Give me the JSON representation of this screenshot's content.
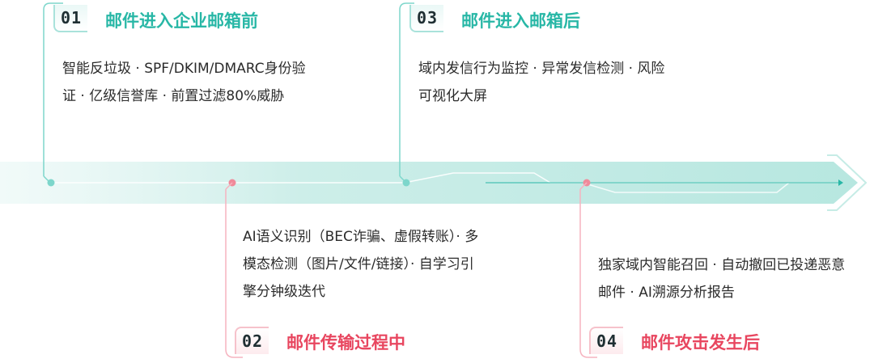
{
  "colors": {
    "teal": "#28b7a6",
    "red": "#e8465f",
    "band": "#bfe9e3"
  },
  "stages": [
    {
      "number": "01",
      "title": "邮件进入企业邮箱前",
      "lines": [
        "智能反垃圾 · SPF/DKIM/DMARC身份验",
        "证 · 亿级信誉库 · 前置过滤80%威胁"
      ],
      "accent": "teal"
    },
    {
      "number": "02",
      "title": "邮件传输过程中",
      "lines": [
        "AI语义识别（BEC诈骗、虚假转账）· 多",
        "模态检测（图片/文件/链接）· 自学习引",
        "擎分钟级迭代"
      ],
      "accent": "red"
    },
    {
      "number": "03",
      "title": "邮件进入邮箱后",
      "lines": [
        "域内发信行为监控 · 异常发信检测 · 风险",
        "可视化大屏"
      ],
      "accent": "teal"
    },
    {
      "number": "04",
      "title": "邮件攻击发生后",
      "lines": [
        "独家域内智能召回 · 自动撤回已投递恶意",
        "邮件 · AI溯源分析报告"
      ],
      "accent": "red"
    }
  ]
}
